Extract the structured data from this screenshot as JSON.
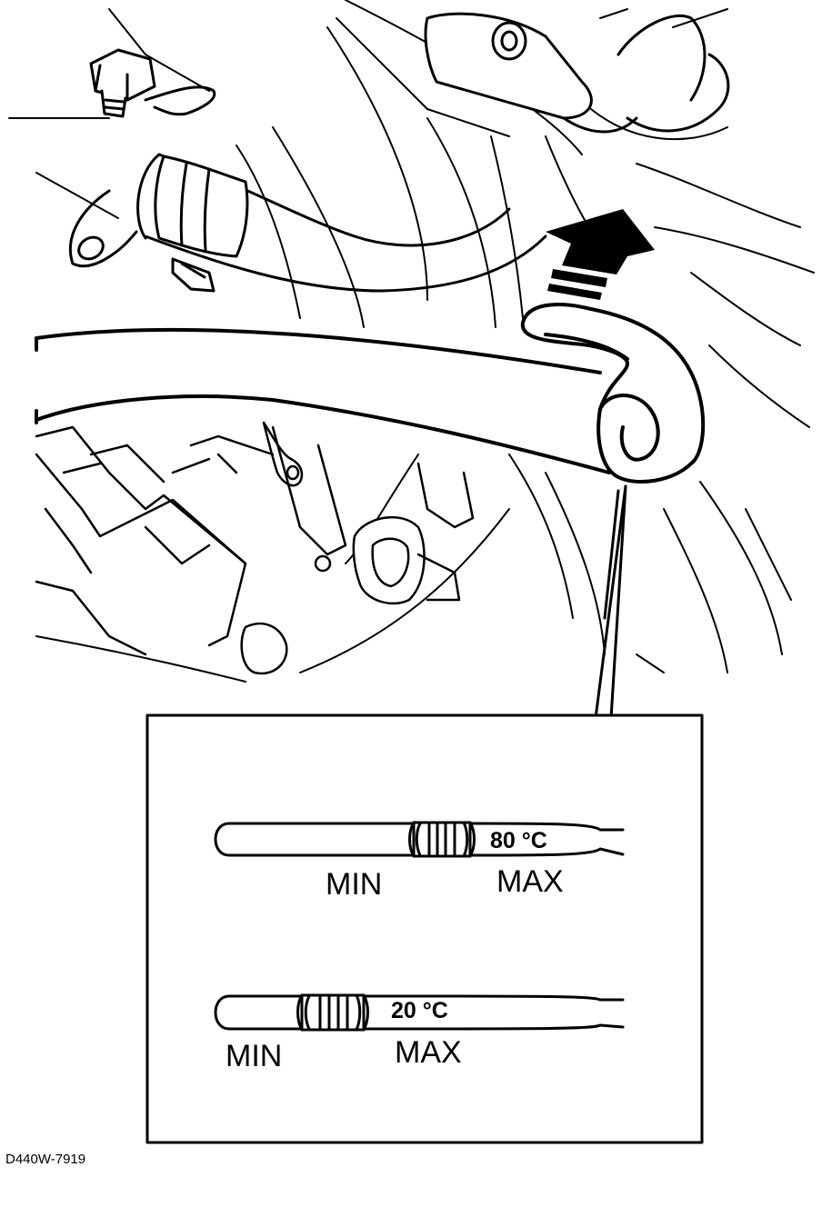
{
  "figure_code": "D440W-7919",
  "dipstick_hot": {
    "temperature": "80 °C",
    "min_label": "MIN",
    "max_label": "MAX"
  },
  "dipstick_cold": {
    "temperature": "20 °C",
    "min_label": "MIN",
    "max_label": "MAX"
  },
  "colors": {
    "ink": "#000000",
    "paper": "#ffffff"
  }
}
